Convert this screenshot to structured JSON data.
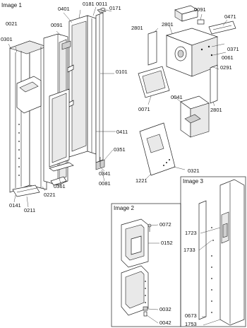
{
  "image_titles": {
    "main": "Image 1",
    "inset_a": "Image 2",
    "inset_b": "Image 3"
  },
  "parts_main": [
    "0181",
    "0011",
    "0171",
    "0401",
    "0091",
    "0021",
    "0301",
    "0101",
    "0411",
    "0351",
    "0341",
    "0081",
    "0361",
    "0221",
    "0141",
    "0211",
    "0091",
    "0471",
    "2801",
    "2801",
    "0371",
    "0061",
    "0291",
    "0071",
    "0041",
    "2801",
    "1221",
    "0321"
  ],
  "parts_image2": [
    "0072",
    "0152",
    "0032",
    "0042"
  ],
  "parts_image3": [
    "1723",
    "1733",
    "0673",
    "1753"
  ]
}
